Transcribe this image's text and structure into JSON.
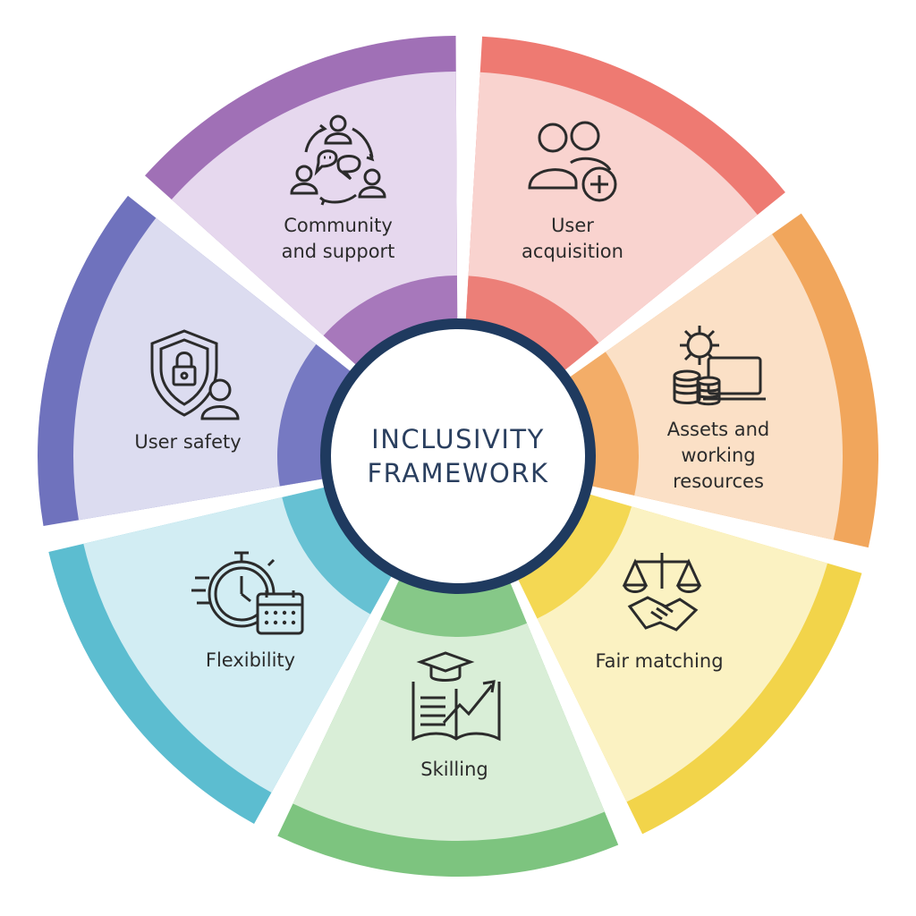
{
  "center": {
    "line1": "INCLUSIVITY",
    "line2": "FRAMEWORK",
    "ring_color": "#1f3a5f",
    "text_color": "#2a3f5f"
  },
  "segments": [
    {
      "id": "user-acquisition",
      "lines": [
        "User",
        "acquisition"
      ],
      "icon": "user-add-icon",
      "outer": "#ee7a72",
      "light": "#f9d3cf",
      "inner": "#ec7f78"
    },
    {
      "id": "assets",
      "lines": [
        "Assets and",
        "working",
        "resources"
      ],
      "icon": "assets-resources-icon",
      "outer": "#f1a65c",
      "light": "#fbe0c6",
      "inner": "#f3ad68"
    },
    {
      "id": "fair-matching",
      "lines": [
        "Fair matching"
      ],
      "icon": "scales-handshake-icon",
      "outer": "#f2d44a",
      "light": "#fbf2c2",
      "inner": "#f4d853"
    },
    {
      "id": "skilling",
      "lines": [
        "Skilling"
      ],
      "icon": "book-graduation-icon",
      "outer": "#7dc47f",
      "light": "#d9eed7",
      "inner": "#86c888"
    },
    {
      "id": "flexibility",
      "lines": [
        "Flexibility"
      ],
      "icon": "stopwatch-calendar-icon",
      "outer": "#5cbdd0",
      "light": "#d2edf3",
      "inner": "#66c1d3"
    },
    {
      "id": "user-safety",
      "lines": [
        "User safety"
      ],
      "icon": "shield-lock-user-icon",
      "outer": "#6f72bd",
      "light": "#dcdcf0",
      "inner": "#7679c2"
    },
    {
      "id": "community",
      "lines": [
        "Community",
        "and support"
      ],
      "icon": "community-chat-icon",
      "outer": "#a070b6",
      "light": "#e6d8ee",
      "inner": "#a778bb"
    }
  ]
}
